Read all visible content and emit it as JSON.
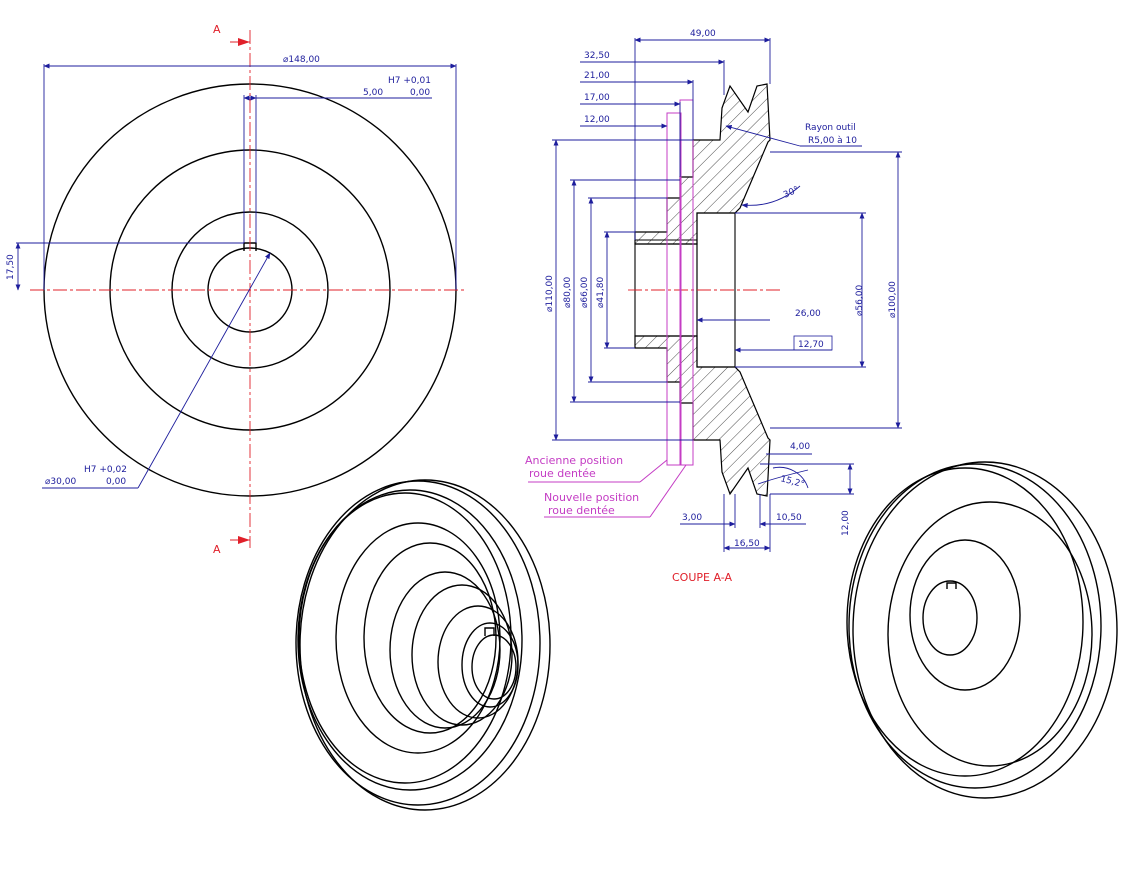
{
  "section_labels": {
    "cut_start": "A",
    "cut_end": "A",
    "section_title": "COUPE A-A"
  },
  "front_view": {
    "outer_diameter": "⌀148,00",
    "keyway_tol_upper": "H7 +0,01",
    "keyway_width": "5,00",
    "keyway_tol_lower": "0,00",
    "key_height": "17,50",
    "bore_tol_upper": "H7 +0,02",
    "bore_diameter": "⌀30,00",
    "bore_tol_lower": "0,00"
  },
  "section_view": {
    "overall_width": "49,00",
    "d_32_50": "32,50",
    "d_21_00": "21,00",
    "d_17_00": "17,00",
    "d_12_00": "12,00",
    "tool_radius_1": "Rayon outil",
    "tool_radius_2": "R5,00 à 10",
    "angle_30": "30°",
    "dia_110": "⌀110,00",
    "dia_80": "⌀80,00",
    "dia_66": "⌀66,00",
    "dia_41_80": "⌀41,80",
    "dia_56": "⌀56,00",
    "dia_100": "⌀100,00",
    "d_26_00": "26,00",
    "d_12_70": "12,70",
    "d_4_00": "4,00",
    "angle_15_2": "15,2°",
    "d_12_00_v": "12,00",
    "d_3_00": "3,00",
    "d_10_50": "10,50",
    "d_16_50": "16,50",
    "old_pos_1": "Ancienne position",
    "old_pos_2": "roue dentée",
    "new_pos_1": "Nouvelle position",
    "new_pos_2": "roue dentée"
  },
  "colors": {
    "dimension": "#1d1d9c",
    "centerline": "#e0202a",
    "gear_position": "#c43cc4",
    "outline": "#000000"
  }
}
